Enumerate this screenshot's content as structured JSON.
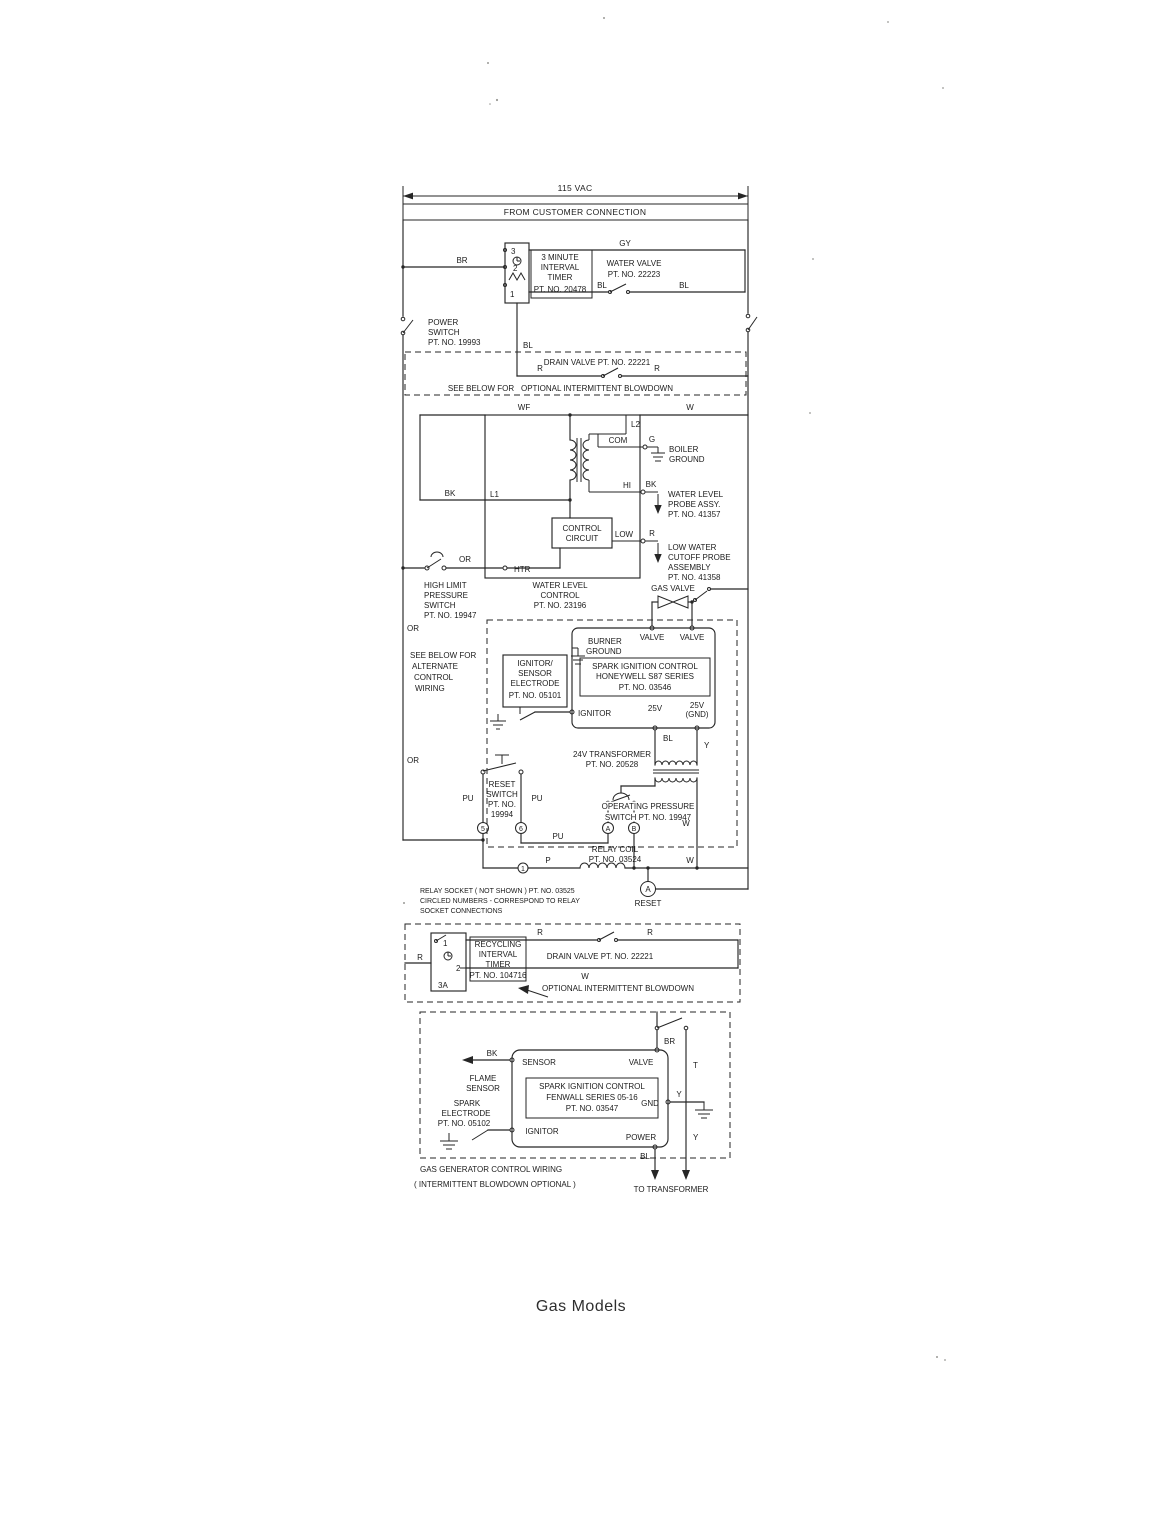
{
  "page": {
    "caption": "Gas Models"
  },
  "supply": {
    "voltage": "115 VAC",
    "source": "FROM CUSTOMER CONNECTION"
  },
  "power_switch": {
    "l1": "POWER",
    "l2": "SWITCH",
    "l3": "PT. NO. 19993"
  },
  "interval_timer": {
    "l1": "3 MINUTE",
    "l2": "INTERVAL",
    "l3": "TIMER",
    "l4": "PT. NO. 20478",
    "t3": "3",
    "t2": "2",
    "t1": "1"
  },
  "water_valve": {
    "l1": "WATER VALVE",
    "l2": "PT. NO. 22223"
  },
  "drain_top": {
    "title": "DRAIN VALVE PT. NO. 22221",
    "see_below": "SEE BELOW FOR",
    "optional": "OPTIONAL INTERMITTENT BLOWDOWN"
  },
  "wlc": {
    "l2": "L2",
    "l1": "L1",
    "com": "COM",
    "g": "G",
    "hi": "HI",
    "low": "LOW",
    "htr": "HTR",
    "cc1": "CONTROL",
    "cc2": "CIRCUIT",
    "bg1": "BOILER",
    "bg2": "GROUND",
    "probe1": "WATER LEVEL",
    "probe2": "PROBE ASSY.",
    "probe3": "PT. NO. 41357",
    "cut1": "LOW WATER",
    "cut2": "CUTOFF PROBE",
    "cut3": "ASSEMBLY",
    "cut4": "PT. NO. 41358",
    "t1": "WAT</span>ER LEVEL",
    "t1x": "WATER LEVEL",
    "t2": "CONTROL",
    "t3": "PT. NO. 23196"
  },
  "high_limit": {
    "l1": "HIGH LIMIT",
    "l2": "PRESSURE",
    "l3": "SWITCH",
    "l4": "PT. NO. 19947"
  },
  "alt_note": {
    "l1": "SEE BELOW FOR",
    "l2": "ALTERNATE",
    "l3": "CONTROL",
    "l4": "WIRING"
  },
  "gas_valve": {
    "label": "GAS VALVE"
  },
  "burner": {
    "l1": "BURNER",
    "l2": "GROUND"
  },
  "honeywell": {
    "valve_l": "VALVE",
    "valve_r": "VALVE",
    "b1": "SPARK IGNITION CONTROL",
    "b2": "HONEYWELL S87 SERIES",
    "b3": "PT. NO. 03546",
    "ignitor": "IGNITOR",
    "v25": "25V",
    "v25g": "25V",
    "gnd": "(GND)"
  },
  "electrode": {
    "l1": "IGNITOR/",
    "l2": "SENSOR",
    "l3": "ELECTRODE",
    "l4": "PT. NO. 05101"
  },
  "xfmr": {
    "l1": "24V TRANSFORMER",
    "l2": "PT. NO. 20528"
  },
  "reset_switch": {
    "l1": "RESET",
    "l2": "SWITCH",
    "l3": "PT. NO.",
    "l4": "19994"
  },
  "op_switch": {
    "l1": "OPERATING PRESSURE",
    "l2": "SWITCH PT. NO. 19947",
    "ta": "A",
    "tb": "B"
  },
  "relay": {
    "l1": "RELAY COIL",
    "l2": "PT. NO. 03524",
    "s5": "5",
    "s6": "6",
    "s1": "1"
  },
  "reset_ind": {
    "a": "A",
    "label": "RESET"
  },
  "socket_note": {
    "l1": "RELAY SOCKET ( NOT SHOWN ) PT. NO. 03525",
    "l2": "CIRCLED NUMBERS - CORRESPOND TO RELAY",
    "l3": "SOCKET CONNECTIONS"
  },
  "recycling": {
    "l1": "RECYCLING",
    "l2": "INTERVAL",
    "l3": "TIMER",
    "l4": "PT. NO. 104716",
    "t1": "1",
    "t2": "2",
    "t3a": "3A",
    "drain": "DRAIN VALVE PT. NO. 22221",
    "optional": "OPTIONAL INTERMITTENT BLOWDOWN"
  },
  "fenwall": {
    "sensor": "SENSOR",
    "valve": "VALVE",
    "b1": "SPARK IGNITION CONTROL",
    "b2": "FENWALL SERIES 05-16",
    "b3": "PT. NO. 03547",
    "gnd": "GND",
    "ignitor": "IGNITOR",
    "power": "POWER",
    "flame1": "FLAME",
    "flame2": "SENSOR",
    "spark1": "SPARK",
    "spark2": "ELECTRODE",
    "spark3": "PT. NO. 05102"
  },
  "footer": {
    "l1": "GAS GENERATOR CONTROL WIRING",
    "l2": "( INTERMITTENT BLOWDOWN OPTIONAL )",
    "to_xfmr": "TO TRANSFORMER"
  },
  "wire": {
    "br": "BR",
    "gy": "GY",
    "bl": "BL",
    "r": "R",
    "w": "W",
    "wf": "WF",
    "bk": "BK",
    "or": "OR",
    "pu": "PU",
    "y": "Y",
    "p": "P",
    "t": "T"
  }
}
